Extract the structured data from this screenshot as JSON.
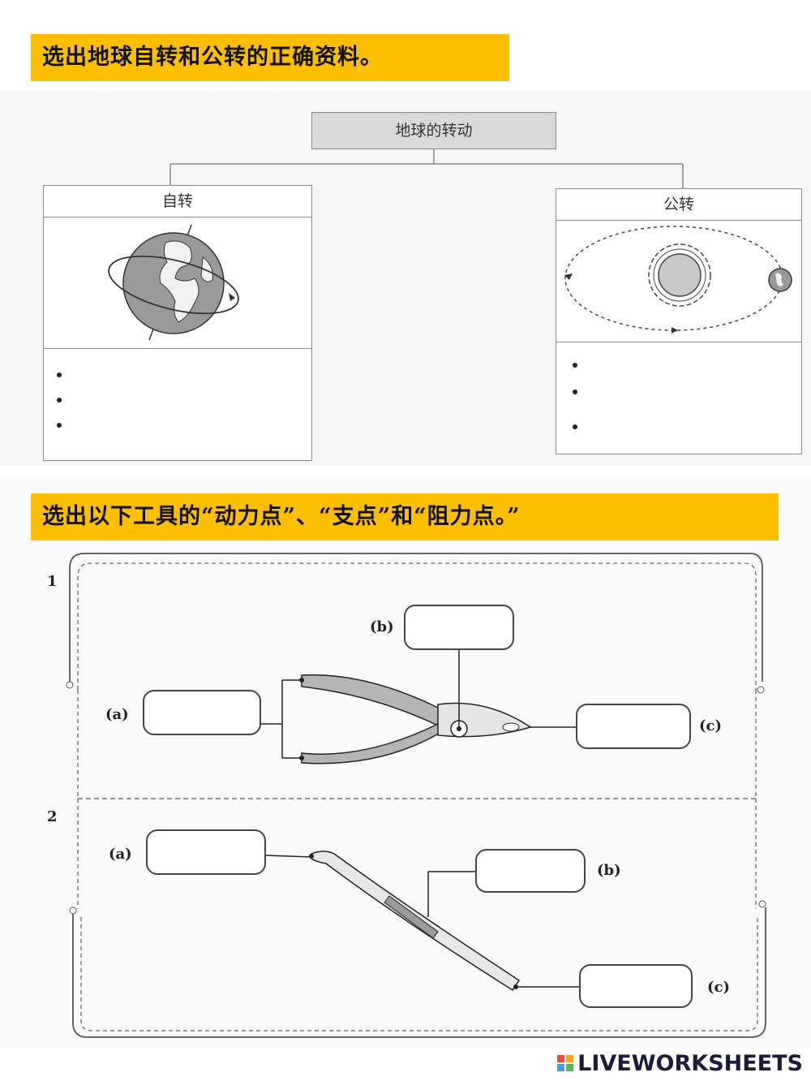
{
  "section1": {
    "banner": "选出地球自转和公转的正确资料。",
    "title": "地球的转动",
    "rotation": {
      "label": "自转",
      "bullets": [
        "•",
        "•",
        "•"
      ]
    },
    "revolution": {
      "label": "公转",
      "bullets": [
        "•",
        "•",
        "•"
      ]
    }
  },
  "section2": {
    "banner": "选出以下工具的“动力点”、“支点”和“阻力点。”",
    "items": [
      {
        "number": "1",
        "label_a": "(a)",
        "label_b": "(b)",
        "label_c": "(c)"
      },
      {
        "number": "2",
        "label_a": "(a)",
        "label_b": "(b)",
        "label_c": "(c)"
      }
    ]
  },
  "footer": {
    "brand": "LIVEWORKSHEETS",
    "logo_colors": [
      "#e74c3c",
      "#f5a623",
      "#3aa0e8",
      "#5cb85c"
    ]
  }
}
